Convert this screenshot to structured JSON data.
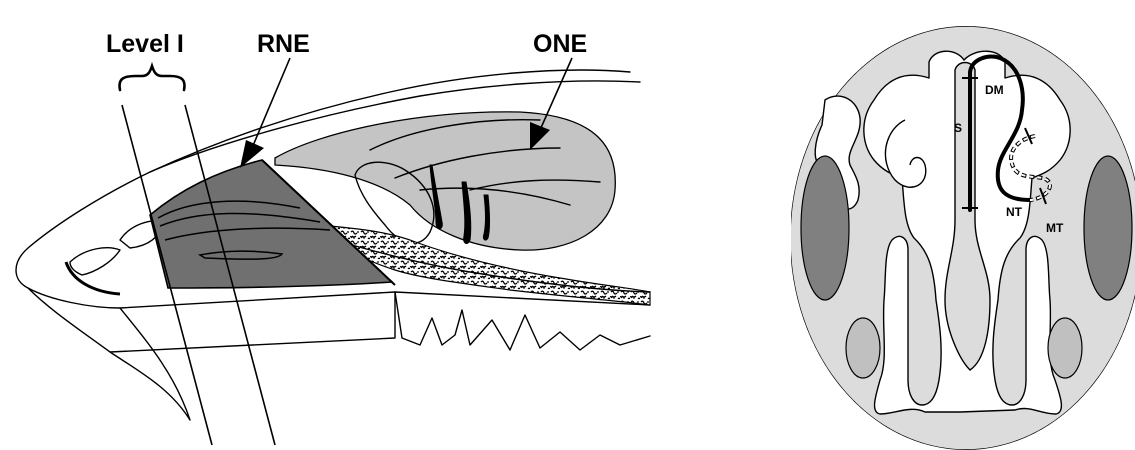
{
  "labels": {
    "level": "Level I",
    "rne": "RNE",
    "one": "ONE",
    "dm": "DM",
    "s": "S",
    "nt": "NT",
    "mt": "MT"
  },
  "colors": {
    "background": "#ffffff",
    "ink": "#000000",
    "rne_region": "#707070",
    "one_region": "#c4c4c4",
    "cross_section_fill": "#dcdcdc",
    "turbinate_dark": "#808080",
    "turbinate_light": "#c0c0c0"
  }
}
